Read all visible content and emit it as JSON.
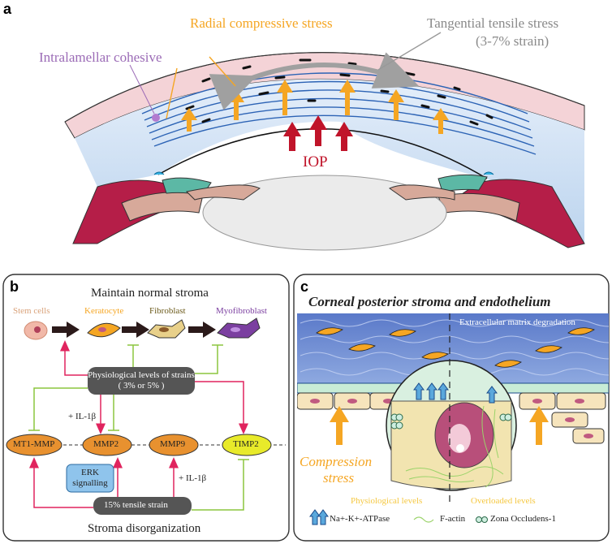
{
  "panels": {
    "a": {
      "letter": "a",
      "radial_label": "Radial compressive stress",
      "tangential_label": "Tangential tensile stress",
      "tangential_sub": "(3-7% strain)",
      "cohesive_label": "Intralamellar cohesive",
      "iop_label": "IOP"
    },
    "b": {
      "letter": "b",
      "title": "Maintain normal stroma",
      "bottom_title": "Stroma disorganization",
      "cells": [
        "Stem cells",
        "Keratocyte",
        "Fibroblast",
        "Myofibroblast"
      ],
      "cell_colors": [
        "#d9a27a",
        "#f5a623",
        "#6b5a1a",
        "#7b3fa0"
      ],
      "physio_box": "Physiological levels of strains ( 3% or 5% )",
      "il1b_left": "+ IL-1β",
      "il1b_right": "+ IL-1β",
      "nodes": [
        "MT1-MMP",
        "MMP2",
        "MMP9",
        "TIMP2"
      ],
      "erk": "ERK signalling",
      "tensile_box": "15% tensile strain"
    },
    "c": {
      "letter": "c",
      "title": "Corneal posterior stroma and endothelium",
      "ecm_label": "Extracellular matrix degradation",
      "compression_label_1": "Compression",
      "compression_label_2": "stress",
      "physio_label": "Physiological levels",
      "overload_label": "Overloaded levels",
      "legend": {
        "atpase": "Na+-K+-ATPase",
        "factin": "F-actin",
        "zo1": "Zona Occludens-1"
      }
    }
  },
  "colors": {
    "stress_arrow": "#f5a623",
    "iop_arrow": "#c0142a",
    "tangential_arrow": "#a0a0a0",
    "stroma_blue": "#cfe0f2",
    "lamella_line": "#2c63b5",
    "inhibit_green": "#8cc63f",
    "promote_red": "#e0245e",
    "mmp_orange": "#e8912f",
    "timp_yellow": "#e8ea2a",
    "box_dark": "#555555",
    "erk_blue": "#8fc4ec"
  }
}
